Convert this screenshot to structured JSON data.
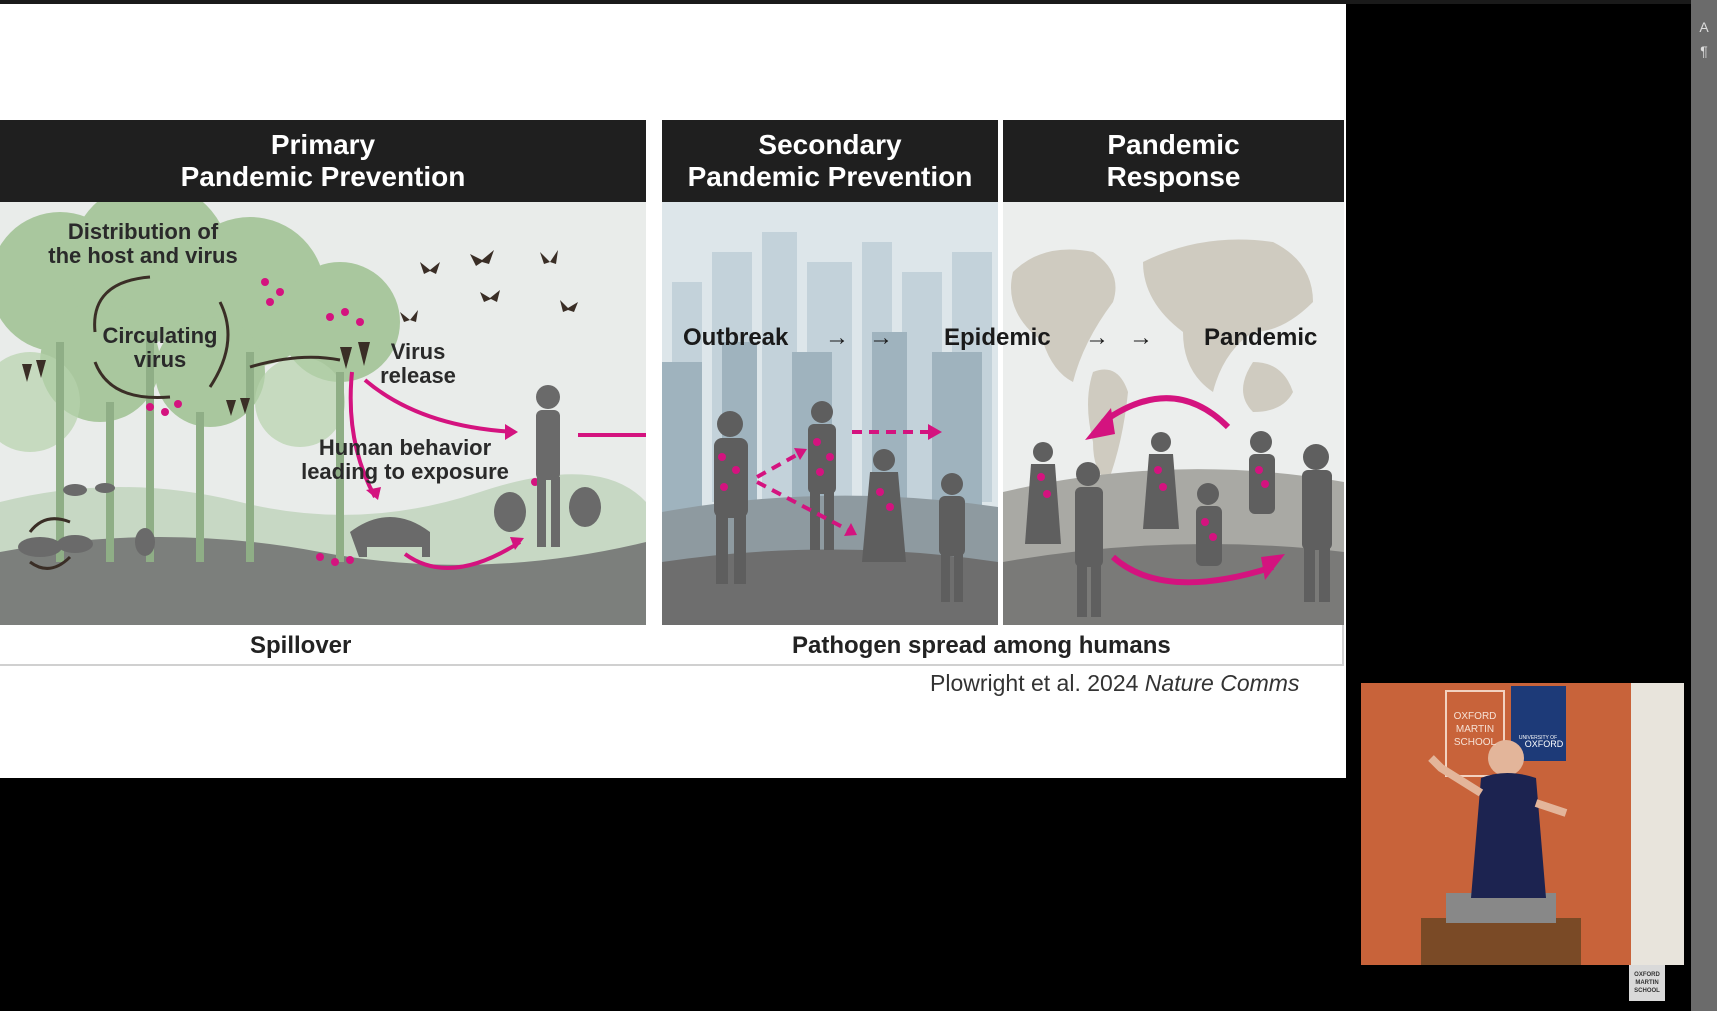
{
  "slide": {
    "panels": [
      {
        "title_line1": "Primary",
        "title_line2": "Pandemic Prevention"
      },
      {
        "title_line1": "Secondary",
        "title_line2": "Pandemic Prevention"
      },
      {
        "title_line1": "Pandemic",
        "title_line2": "Response"
      }
    ],
    "labels": {
      "distribution_line1": "Distribution of",
      "distribution_line2": "the host and virus",
      "circulating_line1": "Circulating",
      "circulating_line2": "virus",
      "virus_release_line1": "Virus",
      "virus_release_line2": "release",
      "human_behavior_line1": "Human behavior",
      "human_behavior_line2": "leading to exposure",
      "outbreak": "Outbreak",
      "epidemic": "Epidemic",
      "pandemic": "Pandemic"
    },
    "captions": {
      "spillover": "Spillover",
      "spread": "Pathogen spread among humans"
    },
    "citation": {
      "authors": "Plowright et al. 2024 ",
      "journal": "Nature Comms"
    }
  },
  "webcam": {
    "banner1_line1": "OXFORD",
    "banner1_line2": "MARTIN",
    "banner1_line3": "SCHOOL",
    "banner2_line1": "UNIVERSITY OF",
    "banner2_line2": "OXFORD"
  },
  "side_tools": [
    "A",
    "¶"
  ],
  "logo_badge": {
    "line1": "OXFORD",
    "line2": "MARTIN",
    "line3": "SCHOOL"
  },
  "colors": {
    "accent_magenta": "#d4137f",
    "header_bg": "#1f1f1f"
  }
}
